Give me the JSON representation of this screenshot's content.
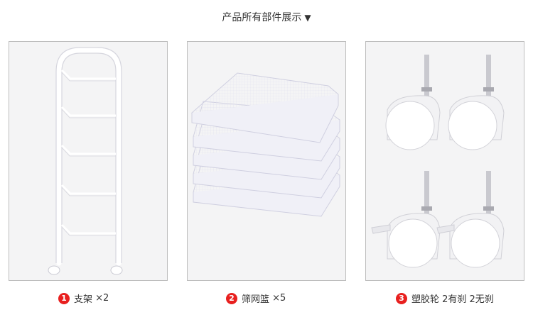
{
  "header": {
    "title": "产品所有部件展示",
    "arrow": "▼"
  },
  "parts": [
    {
      "number": "1",
      "label": "支架",
      "qty": "×2"
    },
    {
      "number": "2",
      "label": "筛网篮",
      "qty": "×5"
    },
    {
      "number": "3",
      "label": "塑胶轮 2有刹 2无刹",
      "qty": ""
    }
  ],
  "colors": {
    "badge": "#e8201f",
    "panel_bg": "#f4f4f5",
    "border": "#bdbdbd"
  }
}
